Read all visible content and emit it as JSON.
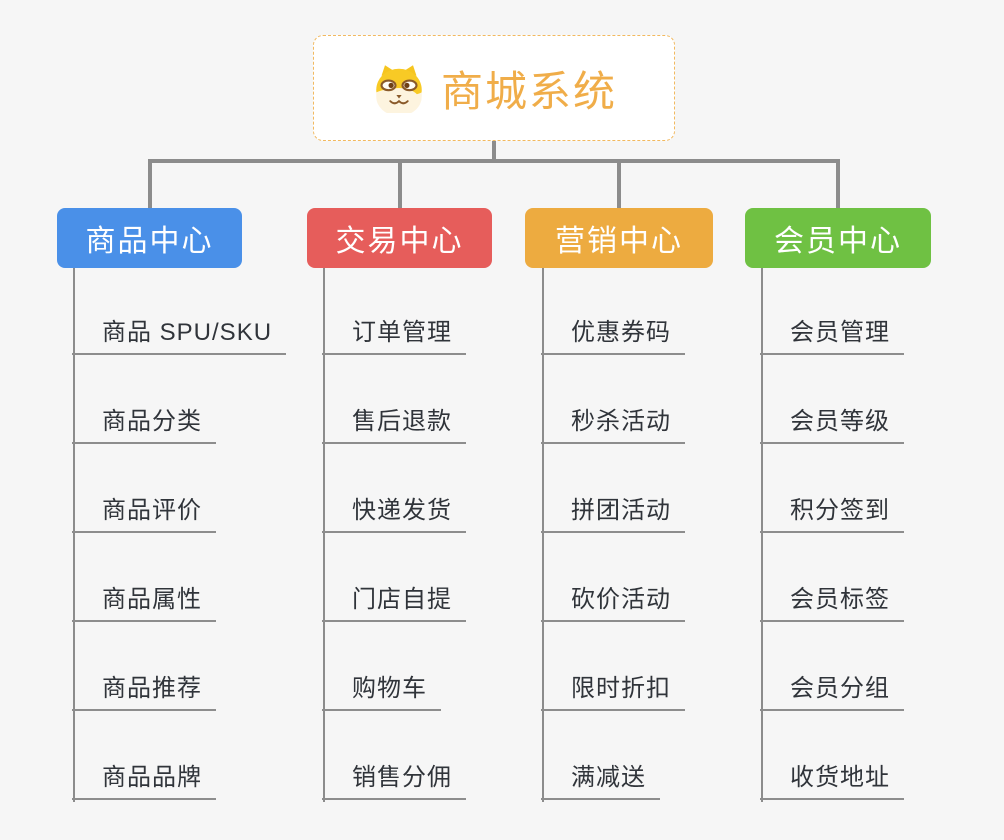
{
  "root": {
    "title": "商城系统",
    "icon": "dog-face-icon"
  },
  "branches": [
    {
      "label": "商品中心",
      "color": "#4a90e8",
      "children": [
        "商品 SPU/SKU",
        "商品分类",
        "商品评价",
        "商品属性",
        "商品推荐",
        "商品品牌"
      ]
    },
    {
      "label": "交易中心",
      "color": "#e65d5b",
      "children": [
        "订单管理",
        "售后退款",
        "快递发货",
        "门店自提",
        "购物车",
        "销售分佣"
      ]
    },
    {
      "label": "营销中心",
      "color": "#edab40",
      "children": [
        "优惠券码",
        "秒杀活动",
        "拼团活动",
        "砍价活动",
        "限时折扣",
        "满减送"
      ]
    },
    {
      "label": "会员中心",
      "color": "#6fc143",
      "children": [
        "会员管理",
        "会员等级",
        "积分签到",
        "会员标签",
        "会员分组",
        "收货地址"
      ]
    }
  ],
  "colors": {
    "background": "#f6f6f6",
    "root_title": "#f0ad49",
    "root_border": "#f2b95f",
    "connector": "#8c8c8c",
    "leaf_underline": "#8d8d8d",
    "leaf_text": "#30343a"
  }
}
